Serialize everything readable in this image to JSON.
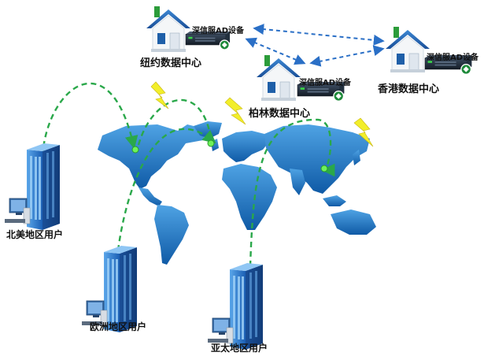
{
  "datacenters": [
    {
      "name": "纽约数据中心",
      "device_label": "深信服AD设备"
    },
    {
      "name": "柏林数据中心",
      "device_label": "深信服AD设备"
    },
    {
      "name": "香港数据中心",
      "device_label": "深信服AD设备"
    }
  ],
  "users": [
    {
      "name": "北美地区用户"
    },
    {
      "name": "欧洲地区用户"
    },
    {
      "name": "亚太地区用户"
    }
  ],
  "colors": {
    "roof": "#1a5fa8",
    "house_wall": "#f4f6f8",
    "continent": "#1a6fb8",
    "dashed_green": "#2aa84a",
    "dashed_blue": "#2a6fc6",
    "lightning": "#f2ee2a",
    "building": "#1e6fc8",
    "device": "#1c2a3a"
  }
}
